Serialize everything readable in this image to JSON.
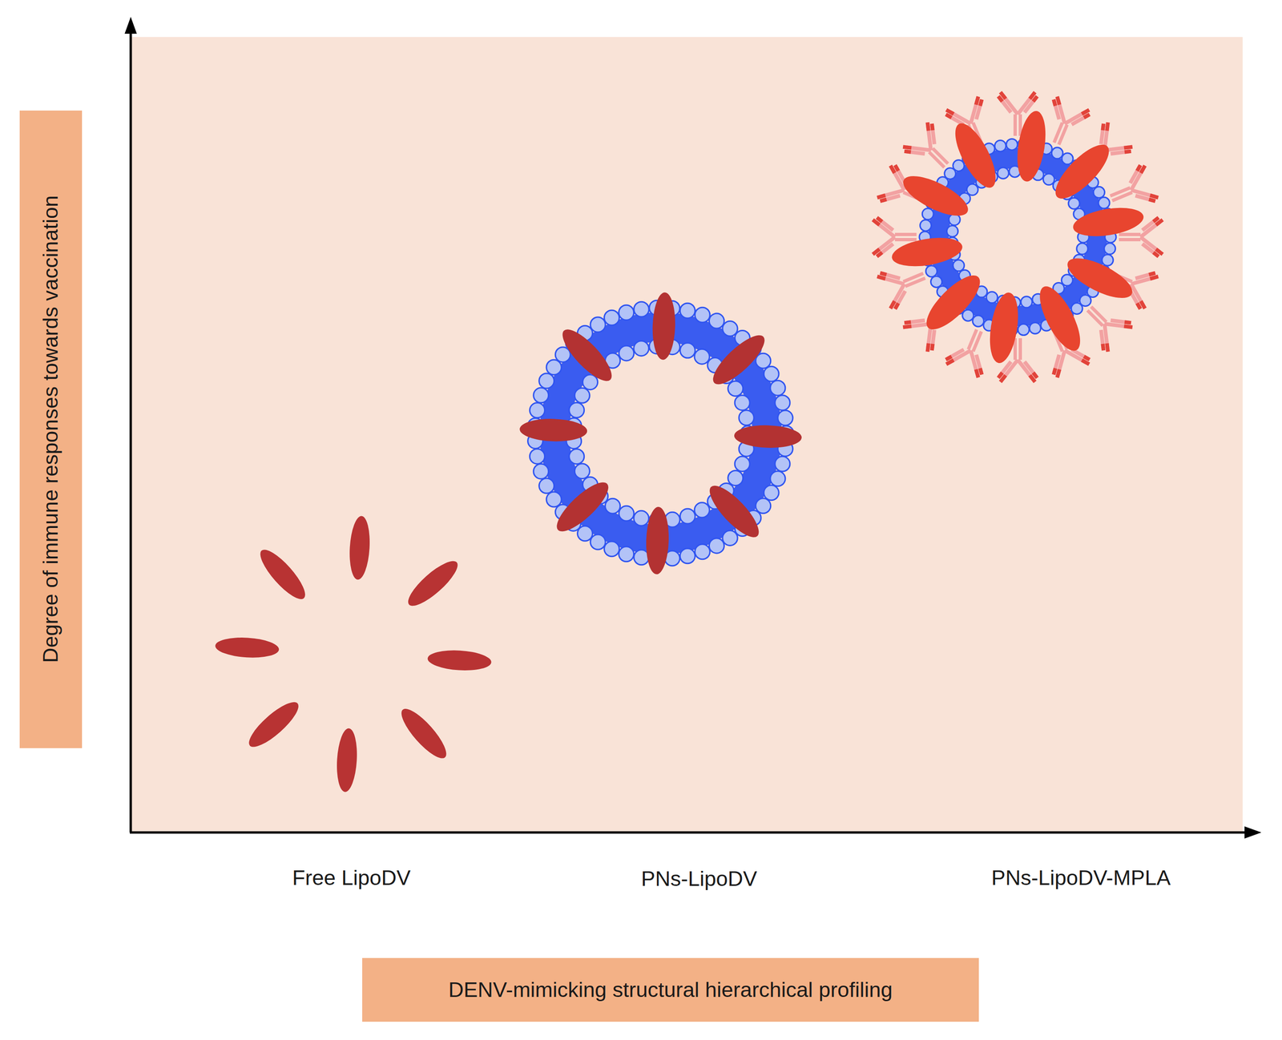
{
  "diagram": {
    "nodes": [
      {
        "text": [
          "Degree of immune responses towards vaccination"
        ]
      },
      {
        "text": [
          "DENV-mimicking structural hierarchical profiling"
        ]
      }
    ],
    "labels": [
      "Free LipoDV",
      "PNs-LipoDV",
      "PNs-LipoDV-MPLA"
    ]
  }
}
